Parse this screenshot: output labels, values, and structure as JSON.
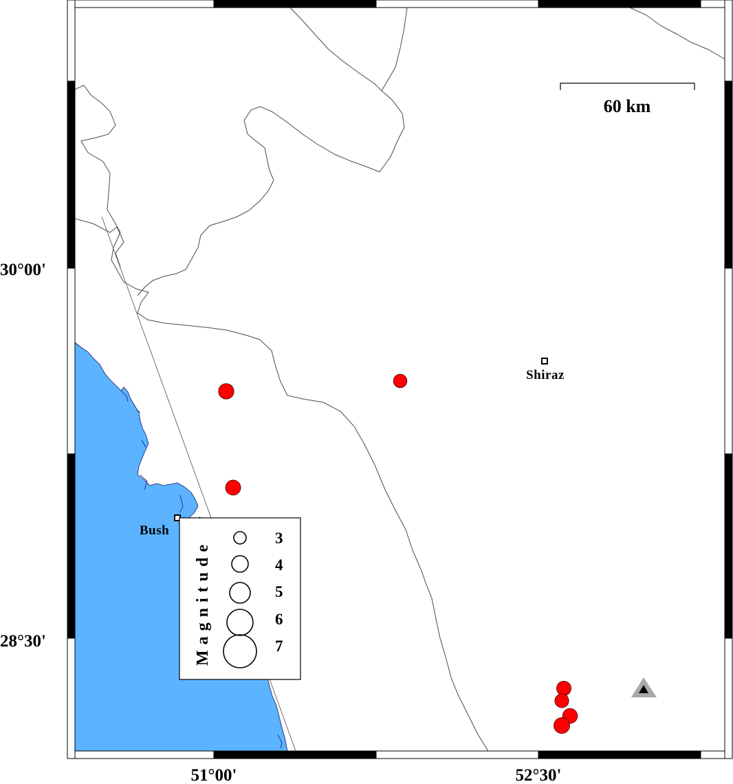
{
  "map": {
    "lat_labels": [
      "30°00'",
      "28°30'"
    ],
    "lon_labels": [
      "51°00'",
      "52°30'"
    ],
    "colors": {
      "sea": "#5cb3ff",
      "event": "#ff0000",
      "station_outer": "#a9a9a9",
      "station_inner": "#000000",
      "border": "#4a4a4a"
    }
  },
  "scale_bar": {
    "label": "60 km"
  },
  "cities": [
    {
      "name": "Shiraz"
    },
    {
      "name": "Bush"
    }
  ],
  "legend": {
    "title": "Magnitude",
    "items": [
      "3",
      "4",
      "5",
      "6",
      "7"
    ]
  },
  "events": [
    {
      "magnitude": 4.3
    },
    {
      "magnitude": 3.7
    },
    {
      "magnitude": 4.2
    },
    {
      "magnitude": 4.0
    },
    {
      "magnitude": 3.8
    },
    {
      "magnitude": 4.1
    },
    {
      "magnitude": 4.4
    }
  ],
  "station": {
    "icon": "triangle-station-icon"
  }
}
